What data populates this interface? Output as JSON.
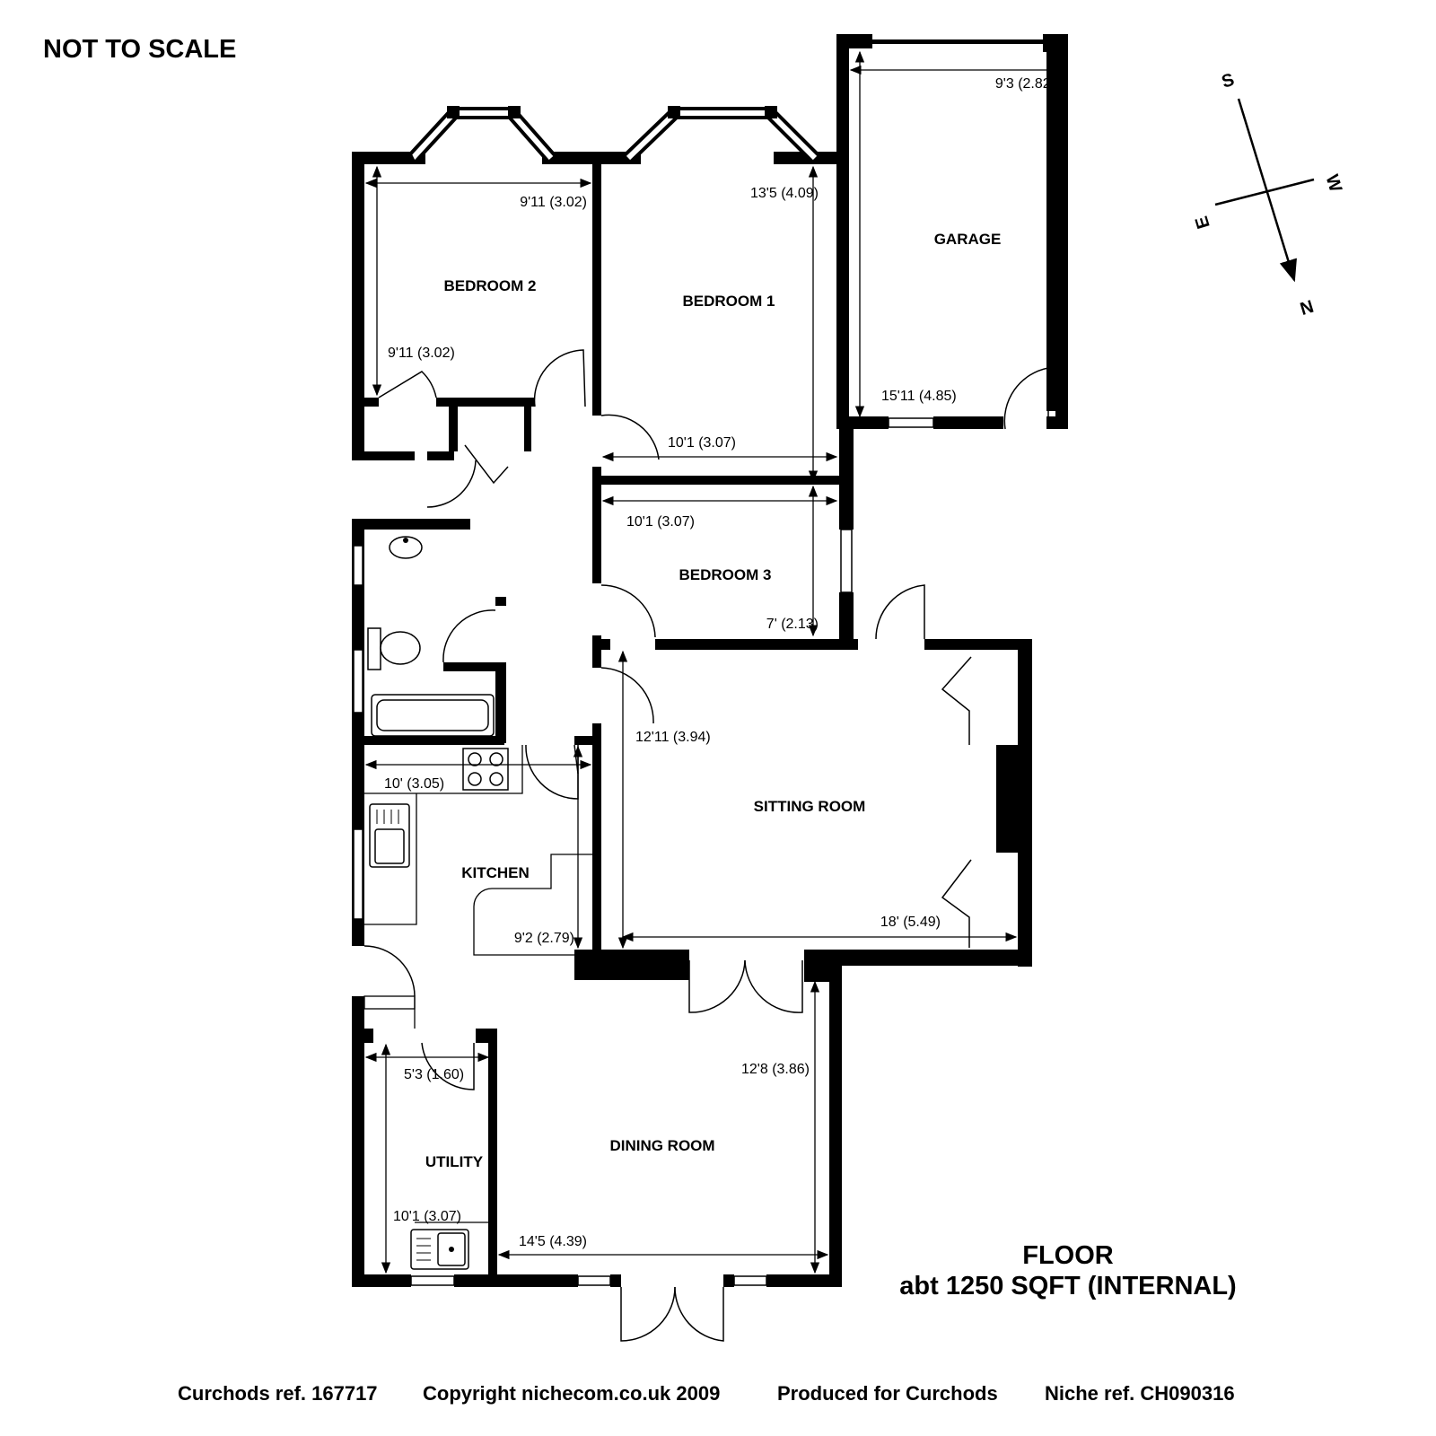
{
  "header": {
    "scale_note": "NOT TO SCALE"
  },
  "compass": {
    "s": "S",
    "w": "W",
    "e": "E",
    "n": "N"
  },
  "rooms": {
    "bedroom2": "BEDROOM 2",
    "bedroom1": "BEDROOM 1",
    "garage": "GARAGE",
    "bedroom3": "BEDROOM 3",
    "sitting": "SITTING ROOM",
    "kitchen": "KITCHEN",
    "utility": "UTILITY",
    "dining": "DINING ROOM"
  },
  "dimensions": {
    "garage_w": "9'3 (2.82)",
    "garage_l": "15'11 (4.85)",
    "bed2_w": "9'11 (3.02)",
    "bed2_l": "9'11 (3.02)",
    "bed1_l": "13'5 (4.09)",
    "bed1_w": "10'1 (3.07)",
    "bed3_w": "10'1 (3.07)",
    "bed3_l": "7' (2.13)",
    "sit_l": "12'11 (3.94)",
    "sit_w": "18' (5.49)",
    "kit_w": "10' (3.05)",
    "kit_l": "9'2 (2.79)",
    "util_w": "5'3 (1.60)",
    "util_l": "10'1 (3.07)",
    "dining_l": "12'8 (3.86)",
    "dining_w": "14'5 (4.39)"
  },
  "summary": {
    "floor": "FLOOR",
    "area": "abt 1250 SQFT (INTERNAL)"
  },
  "footer": {
    "curchods_ref": "Curchods ref. 167717",
    "copyright": "Copyright nichecom.co.uk 2009",
    "produced": "Produced for Curchods",
    "niche_ref": "Niche ref. CH090316"
  }
}
